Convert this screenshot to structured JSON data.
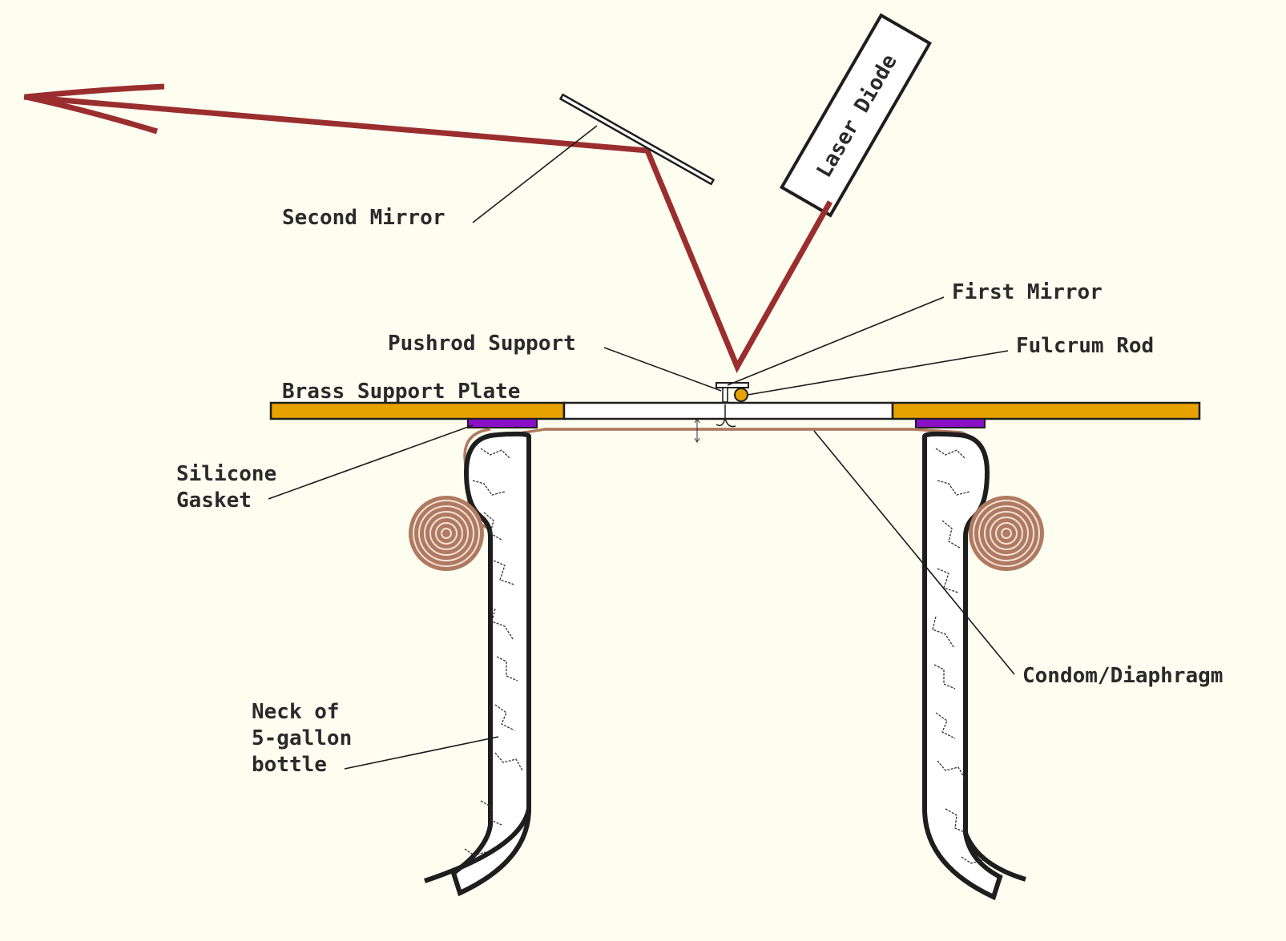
{
  "labels": {
    "laser_diode": "Laser Diode",
    "second_mirror": "Second Mirror",
    "first_mirror": "First Mirror",
    "pushrod_support": "Pushrod Support",
    "fulcrum_rod": "Fulcrum Rod",
    "brass_support_plate": "Brass Support Plate",
    "silicone_gasket_line1": "Silicone",
    "silicone_gasket_line2": "Gasket",
    "neck_line1": "Neck of",
    "neck_line2": "5-gallon",
    "neck_line3": "bottle",
    "condom_diaphragm": "Condom/Diaphragm"
  },
  "colors": {
    "background": "#fdfdf0",
    "laser_beam": "#9a2e2e",
    "brass": "#e8a200",
    "gasket": "#8a10c8",
    "diaphragm": "#b07a60",
    "glass_outline": "#1e1e1e"
  }
}
